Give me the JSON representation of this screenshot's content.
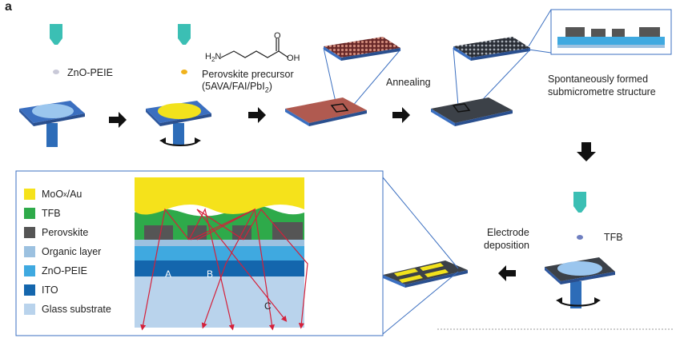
{
  "panel_letter": "a",
  "steps": {
    "zno_label": "ZnO-PEIE",
    "precursor_title": "Perovskite precursor",
    "precursor_sub": "(5AVA/FAI/PbI",
    "precursor_sub_tail": ")",
    "precursor_sub_index": "2",
    "molecule_h2n": "H",
    "molecule_h2n_sub": "2",
    "molecule_n": "N",
    "molecule_o": "O",
    "molecule_oh": "OH",
    "annealing": "Annealing",
    "spontaneous_line1": "Spontaneously formed",
    "spontaneous_line2": "submicrometre structure",
    "electrode_line1": "Electrode",
    "electrode_line2": "deposition",
    "tfb_label": "TFB"
  },
  "legend": [
    {
      "label": "MoO",
      "sub": "x",
      "tail": "/Au",
      "color": "#f5e21b"
    },
    {
      "label": "TFB",
      "sub": "",
      "tail": "",
      "color": "#2eaa4a"
    },
    {
      "label": "Perovskite",
      "sub": "",
      "tail": "",
      "color": "#555555"
    },
    {
      "label": "Organic layer",
      "sub": "",
      "tail": "",
      "color": "#9cc1e0"
    },
    {
      "label": "ZnO-PEIE",
      "sub": "",
      "tail": "",
      "color": "#3fa9e0"
    },
    {
      "label": "ITO",
      "sub": "",
      "tail": "",
      "color": "#1466ad"
    },
    {
      "label": "Glass substrate",
      "sub": "",
      "tail": "",
      "color": "#b9d3ec"
    }
  ],
  "ray_labels": {
    "a": "A",
    "b": "B",
    "c": "C"
  },
  "colors": {
    "nozzle": "#3bbfb4",
    "zno_dot": "#c9c9d8",
    "precursor_dot": "#f0b21c",
    "tfb_dot": "#6f7fc0",
    "substrate_blue": "#3b6fc0",
    "spin_post": "#2d6cb8",
    "film_red": "#b05a50",
    "film_dark": "#3c4148",
    "arrow": "#111111",
    "ray": "#d4203a"
  },
  "icons": [
    "nozzle-icon",
    "step-arrow-icon",
    "spin-rotation-icon"
  ]
}
